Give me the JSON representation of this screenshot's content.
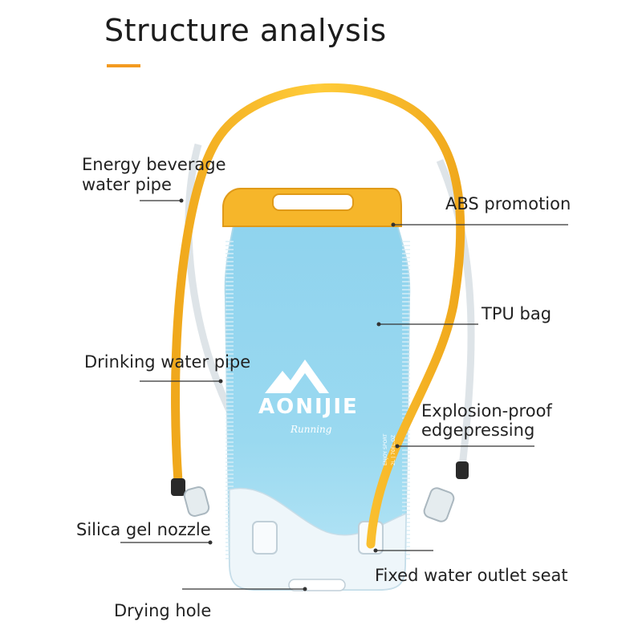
{
  "title": "Structure analysis",
  "accent_color": "#f39a20",
  "brand": {
    "name": "AONIJIE",
    "sub": "Running",
    "side_text_1": "ENJOY SPORT",
    "side_text_2": "2L | 70FL.OZ"
  },
  "labels": {
    "energy_pipe_line1": "Energy beverage",
    "energy_pipe_line2": "water pipe",
    "abs": "ABS promotion",
    "tpu": "TPU bag",
    "drinking_pipe": "Drinking water pipe",
    "explosion_line1": "Explosion-proof",
    "explosion_line2": "edgepressing",
    "silica": "Silica gel nozzle",
    "fixed_seat": "Fixed water outlet seat",
    "drying": "Drying hole"
  }
}
